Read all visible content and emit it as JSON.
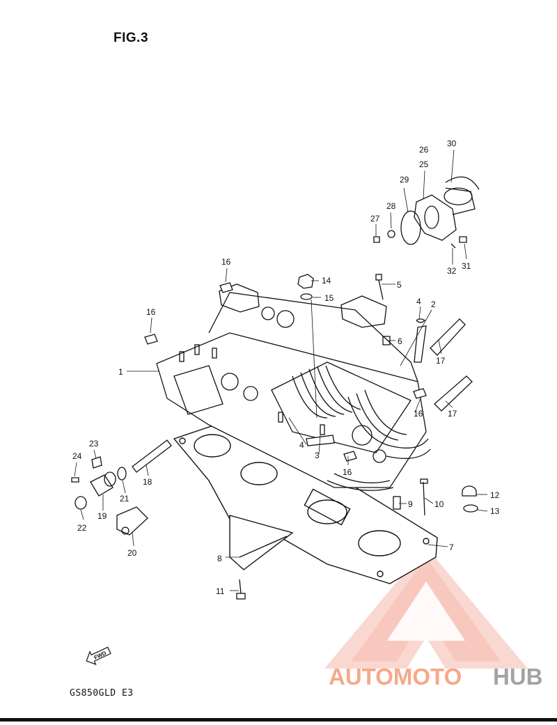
{
  "figure": {
    "title": "FIG.3",
    "model_code": "GS850GLD E3",
    "fwd_label": "FWD"
  },
  "callouts": [
    {
      "id": "1",
      "label": "1"
    },
    {
      "id": "2",
      "label": "2"
    },
    {
      "id": "3",
      "label": "3"
    },
    {
      "id": "4a",
      "label": "4"
    },
    {
      "id": "4b",
      "label": "4"
    },
    {
      "id": "5",
      "label": "5"
    },
    {
      "id": "6",
      "label": "6"
    },
    {
      "id": "7",
      "label": "7"
    },
    {
      "id": "8",
      "label": "8"
    },
    {
      "id": "9",
      "label": "9"
    },
    {
      "id": "10",
      "label": "10"
    },
    {
      "id": "11",
      "label": "11"
    },
    {
      "id": "12",
      "label": "12"
    },
    {
      "id": "13",
      "label": "13"
    },
    {
      "id": "14",
      "label": "14"
    },
    {
      "id": "15",
      "label": "15"
    },
    {
      "id": "16a",
      "label": "16"
    },
    {
      "id": "16b",
      "label": "16"
    },
    {
      "id": "16c",
      "label": "16"
    },
    {
      "id": "16d",
      "label": "16"
    },
    {
      "id": "17a",
      "label": "17"
    },
    {
      "id": "17b",
      "label": "17"
    },
    {
      "id": "18",
      "label": "18"
    },
    {
      "id": "19",
      "label": "19"
    },
    {
      "id": "20",
      "label": "20"
    },
    {
      "id": "21",
      "label": "21"
    },
    {
      "id": "22",
      "label": "22"
    },
    {
      "id": "23",
      "label": "23"
    },
    {
      "id": "24",
      "label": "24"
    },
    {
      "id": "25",
      "label": "25"
    },
    {
      "id": "26",
      "label": "26"
    },
    {
      "id": "27",
      "label": "27"
    },
    {
      "id": "28",
      "label": "28"
    },
    {
      "id": "29",
      "label": "29"
    },
    {
      "id": "30",
      "label": "30"
    },
    {
      "id": "31",
      "label": "31"
    },
    {
      "id": "32",
      "label": "32"
    }
  ],
  "watermark": {
    "part1": "AUTOMOTO",
    "part2": "HUB",
    "color_primary": "#f4a07e",
    "color_secondary": "#9a9a9a",
    "logo_color": "#f08a7a"
  }
}
